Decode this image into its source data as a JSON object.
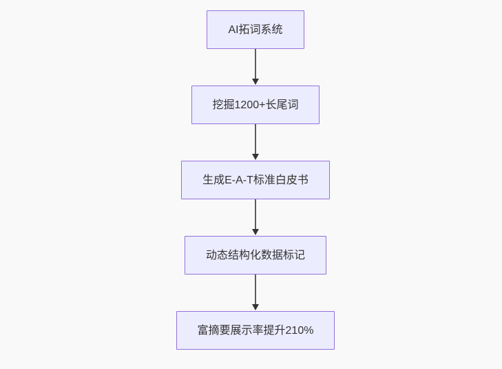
{
  "diagram": {
    "type": "flowchart",
    "direction": "top-down",
    "nodes": [
      {
        "label": "AI拓词系统"
      },
      {
        "label": "挖掘1200+长尾词"
      },
      {
        "label": "生成E-A-T标准白皮书"
      },
      {
        "label": "动态结构化数据标记"
      },
      {
        "label": "富摘要展示率提升210%"
      }
    ],
    "edges": [
      {
        "from": 0,
        "to": 1
      },
      {
        "from": 1,
        "to": 2
      },
      {
        "from": 2,
        "to": 3
      },
      {
        "from": 3,
        "to": 4
      }
    ],
    "colors": {
      "node_fill": "#ECECFF",
      "node_border": "#9370DB",
      "node_text": "#333333",
      "arrow_line": "#5c5c5c",
      "arrowhead": "#333333",
      "background": "#f9f9f9"
    }
  }
}
